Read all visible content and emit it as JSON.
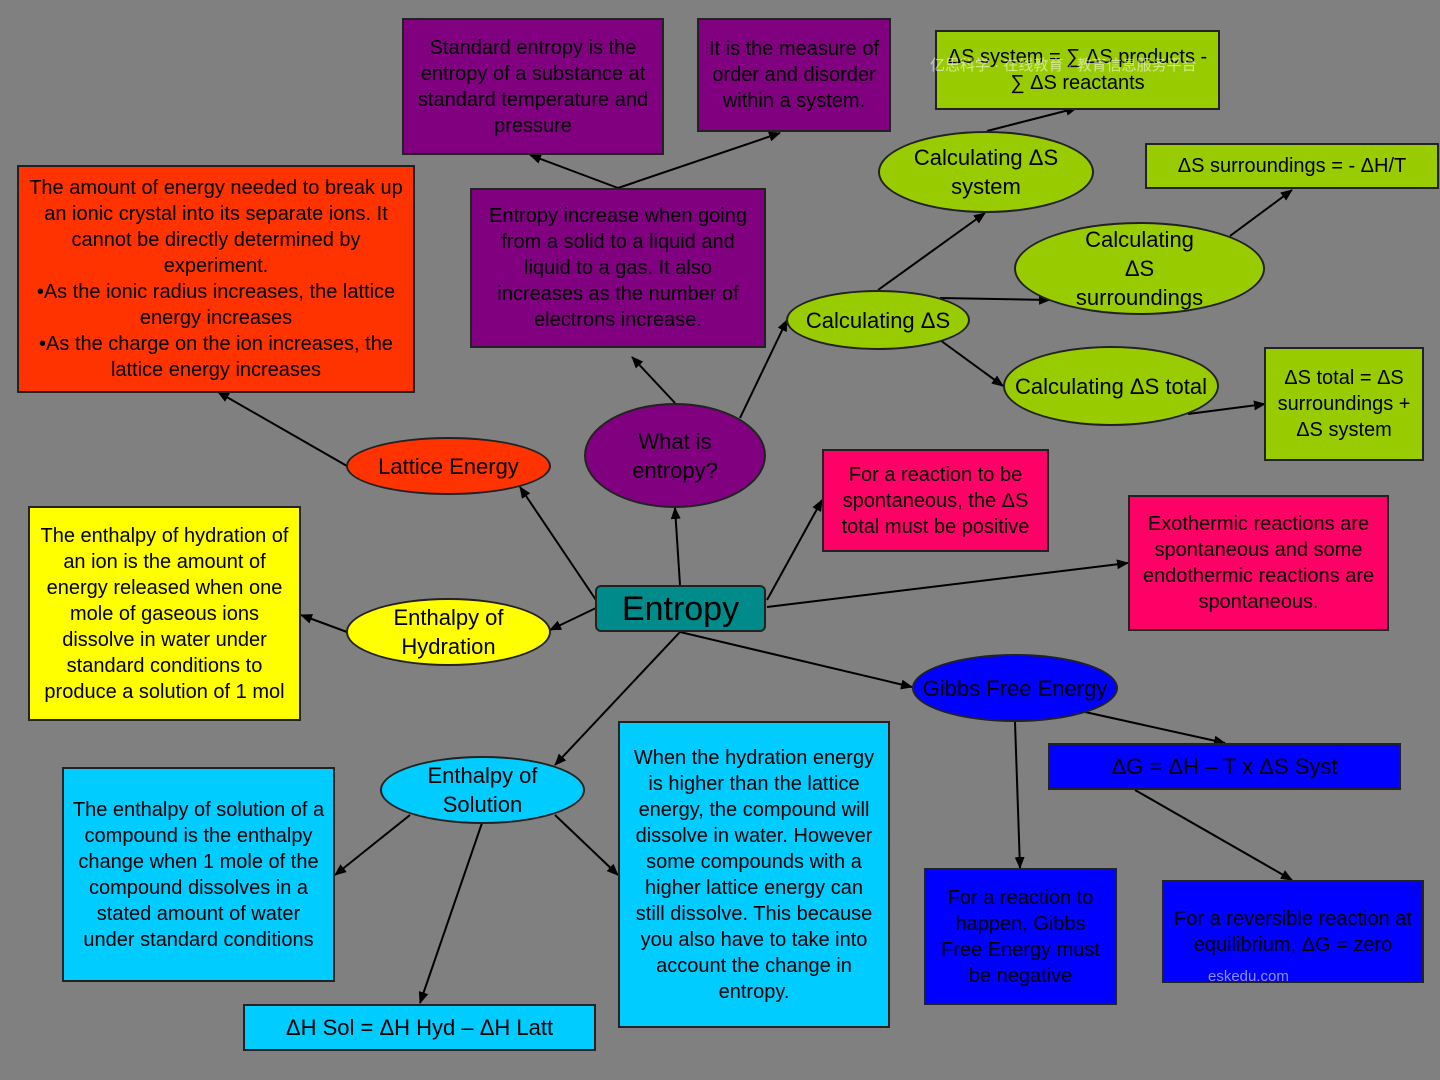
{
  "center": "Entropy",
  "what_is": {
    "label": "What is entropy?",
    "standard": "Standard entropy is the entropy of a substance at standard temperature and pressure",
    "measure": "It is the measure of order and disorder within a system.",
    "increase": "Entropy increase when going from a solid to a liquid and liquid to a gas. It also increases as the number of electrons increase."
  },
  "calc": {
    "label": "Calculating ΔS",
    "system_label": "Calculating ΔS system",
    "system_formula": "ΔS system = ∑ ΔS products - ∑ ΔS reactants",
    "surr_label": "Calculating\nΔS\nsurroundings",
    "surr_formula": "ΔS surroundings = - ΔH/T",
    "total_label": "Calculating ΔS total",
    "total_formula": "ΔS total = ΔS surroundings + ΔS system"
  },
  "lattice": {
    "label": "Lattice Energy",
    "text": "The amount of energy needed to break up an ionic crystal into its separate ions. It cannot be directly determined by experiment.\n•As the ionic radius increases, the lattice energy increases\n•As the charge on the ion increases, the lattice energy increases"
  },
  "hydration": {
    "label": "Enthalpy of Hydration",
    "text": "The enthalpy of hydration of an ion is the amount of energy released when one mole of gaseous ions dissolve in water under standard conditions to produce a solution of 1 mol"
  },
  "spontaneous": {
    "total": "For a reaction to be spontaneous, the ΔS total must be positive",
    "exo": "Exothermic reactions are spontaneous and some endothermic reactions are spontaneous."
  },
  "gibbs": {
    "label": "Gibbs Free Energy",
    "formula": "ΔG = ΔH –  T x  ΔS Syst",
    "happen": "For a reaction to happen, Gibbs Free Energy must be negative",
    "reversible": "For a reversible reaction at equilibrium, ΔG = zero"
  },
  "solution": {
    "label": "Enthalpy of Solution",
    "text": "The enthalpy of solution of a compound is the enthalpy change when 1 mole of the compound dissolves in a stated amount of water under standard conditions",
    "formula": "ΔH Sol = ΔH Hyd – ΔH Latt",
    "dissolve": "When the hydration energy is higher than the lattice energy, the compound will dissolve in water. However some compounds with a higher lattice energy can still dissolve. This because you also have to take into account the change in entropy."
  },
  "watermarks": {
    "top": "亿思科学 · 在线教育 · 教育信息服务平台",
    "bottom": "eskedu.com"
  }
}
